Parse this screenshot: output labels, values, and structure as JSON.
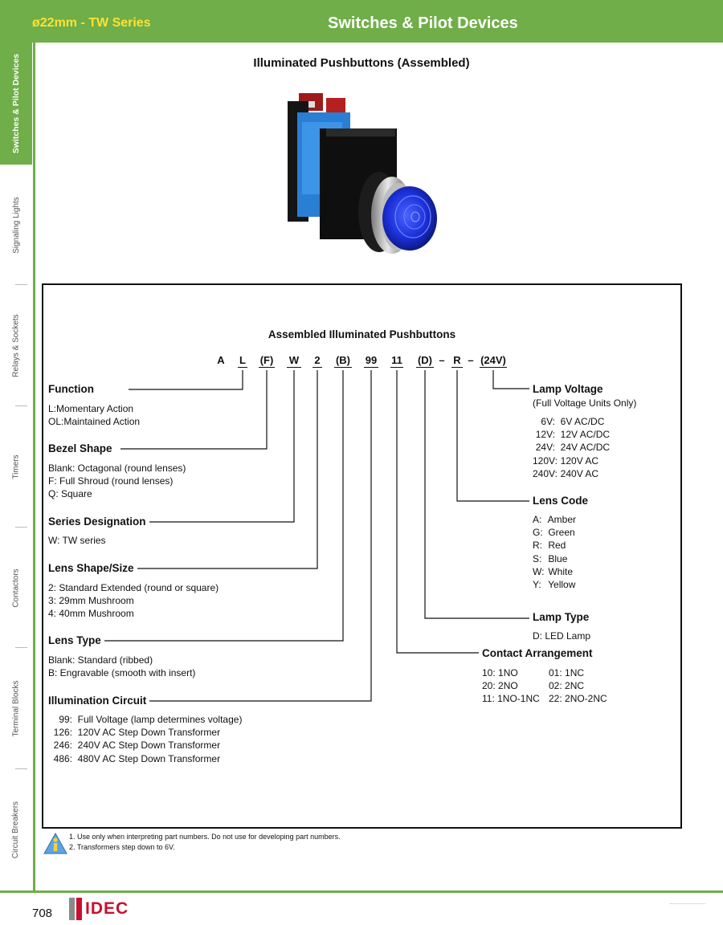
{
  "header": {
    "series": "ø22mm - TW Series",
    "section": "Switches & Pilot Devices"
  },
  "sidebar": {
    "tabs": [
      "Switches & Pilot Devices",
      "Signaling Lights",
      "Relays & Sockets",
      "Timers",
      "Contactors",
      "Terminal Blocks",
      "Circuit Breakers"
    ]
  },
  "page_title": "Illuminated Pushbuttons (Assembled)",
  "diagram": {
    "title": "Assembled Illuminated Pushbuttons",
    "codes": [
      "A",
      "L",
      "(F)",
      "W",
      "2",
      "(B)",
      "99",
      "11",
      "(D)",
      "–",
      "R",
      "–",
      "(24V)"
    ],
    "function": {
      "label": "Function",
      "items": [
        "L:Momentary Action",
        "OL:Maintained Action"
      ]
    },
    "bezel_shape": {
      "label": "Bezel Shape",
      "items": [
        "Blank: Octagonal (round lenses)",
        "F: Full Shroud (round lenses)",
        "Q: Square"
      ]
    },
    "series_designation": {
      "label": "Series Designation",
      "items": [
        "W: TW series"
      ]
    },
    "lens_shape": {
      "label": "Lens Shape/Size",
      "items": [
        "2: Standard Extended (round or square)",
        "3: 29mm Mushroom",
        "4: 40mm Mushroom"
      ]
    },
    "lens_type": {
      "label": "Lens Type",
      "items": [
        "Blank: Standard (ribbed)",
        "B: Engravable (smooth with insert)"
      ]
    },
    "illumination": {
      "label": "Illumination Circuit",
      "items": [
        {
          "code": "99:",
          "text": "Full Voltage (lamp determines voltage)"
        },
        {
          "code": "126:",
          "text": "120V AC Step Down Transformer"
        },
        {
          "code": "246:",
          "text": "240V AC Step Down Transformer"
        },
        {
          "code": "486:",
          "text": "480V AC Step Down Transformer"
        }
      ]
    },
    "lamp_voltage": {
      "label": "Lamp Voltage",
      "sub": "(Full Voltage Units Only)",
      "items": [
        {
          "code": "6V:",
          "text": "6V AC/DC"
        },
        {
          "code": "12V:",
          "text": "12V AC/DC"
        },
        {
          "code": "24V:",
          "text": "24V AC/DC"
        },
        {
          "code": "120V:",
          "text": "120V AC"
        },
        {
          "code": "240V:",
          "text": "240V AC"
        }
      ]
    },
    "lens_code": {
      "label": "Lens Code",
      "items": [
        {
          "code": "A:",
          "text": "Amber"
        },
        {
          "code": "G:",
          "text": "Green"
        },
        {
          "code": "R:",
          "text": "Red"
        },
        {
          "code": "S:",
          "text": "Blue"
        },
        {
          "code": "W:",
          "text": "White"
        },
        {
          "code": "Y:",
          "text": "Yellow"
        }
      ]
    },
    "lamp_type": {
      "label": "Lamp Type",
      "items": [
        "D: LED Lamp"
      ]
    },
    "contact_arrangement": {
      "label": "Contact Arrangement",
      "left": [
        "10: 1NO",
        "20: 2NO",
        "11: 1NO-1NC"
      ],
      "right": [
        "01: 1NC",
        "02: 2NC",
        "22: 2NO-2NC"
      ]
    }
  },
  "notes": [
    "1.   Use only when interpreting part numbers. Do not use for developing part numbers.",
    "2.   Transformers step down to 6V."
  ],
  "footer": {
    "page_number": "708",
    "logo": "IDEC"
  },
  "colors": {
    "brand_green": "#6fae48",
    "header_series": "#ffe135",
    "logo_red": "#c8102e"
  }
}
